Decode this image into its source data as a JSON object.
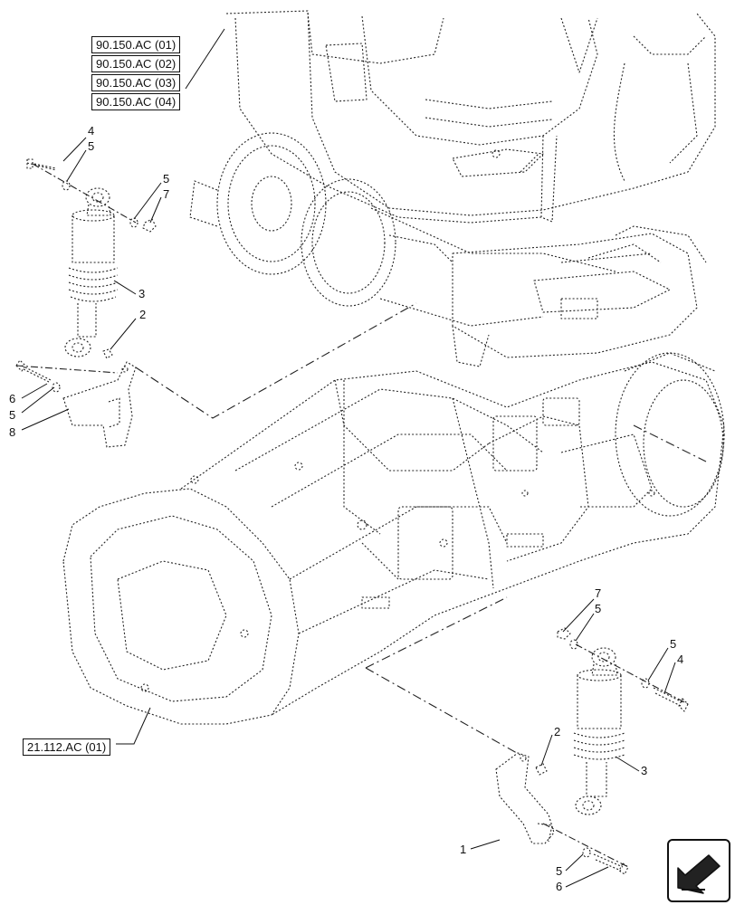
{
  "references": {
    "frame_1": "90.150.AC (01)",
    "frame_2": "90.150.AC (02)",
    "frame_3": "90.150.AC (03)",
    "frame_4": "90.150.AC (04)",
    "transmission": "21.112.AC (01)"
  },
  "callouts": {
    "left_4": "4",
    "left_5a": "5",
    "left_5b": "5",
    "left_7": "7",
    "left_3": "3",
    "left_2": "2",
    "left_6": "6",
    "left_5c": "5",
    "left_8": "8",
    "right_7": "7",
    "right_5a": "5",
    "right_5b": "5",
    "right_4": "4",
    "right_2": "2",
    "right_3": "3",
    "right_1": "1",
    "right_5c": "5",
    "right_6": "6"
  },
  "navigation": {
    "icon": "arrow-down-left-icon"
  },
  "colors": {
    "line": "#111111",
    "background": "#ffffff"
  }
}
